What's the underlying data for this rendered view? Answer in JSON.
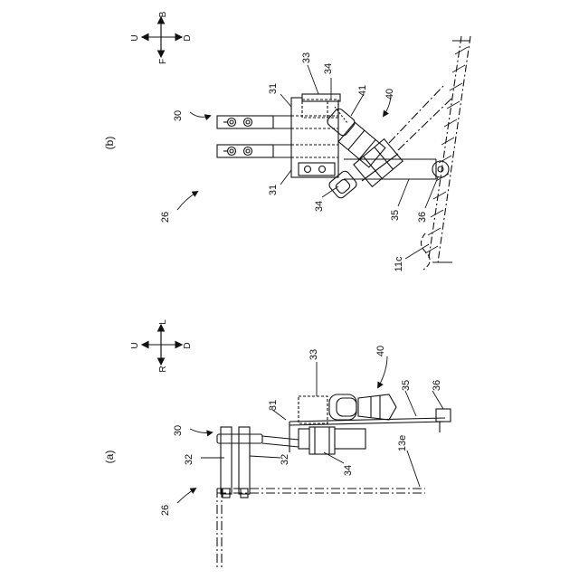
{
  "figure_b": {
    "panel_label": "(b)",
    "compass": {
      "up": "B",
      "down": "F",
      "left": "U",
      "right": "D"
    },
    "labels": {
      "ref_30": "30",
      "ref_26": "26",
      "ref_31_top": "31",
      "ref_31_bottom": "31",
      "ref_33": "33",
      "ref_34_top": "34",
      "ref_34_bottom": "34",
      "ref_41": "41",
      "ref_40": "40",
      "ref_35": "35",
      "ref_36": "36",
      "ref_11c": "11c"
    }
  },
  "figure_a": {
    "panel_label": "(a)",
    "compass": {
      "up": "L",
      "down": "R",
      "left": "U",
      "right": "D"
    },
    "labels": {
      "ref_30": "30",
      "ref_26": "26",
      "ref_31": "31",
      "ref_32_left": "32",
      "ref_32_right": "32",
      "ref_33": "33",
      "ref_34": "34",
      "ref_40": "40",
      "ref_35": "35",
      "ref_36": "36",
      "ref_13e": "13e"
    }
  }
}
